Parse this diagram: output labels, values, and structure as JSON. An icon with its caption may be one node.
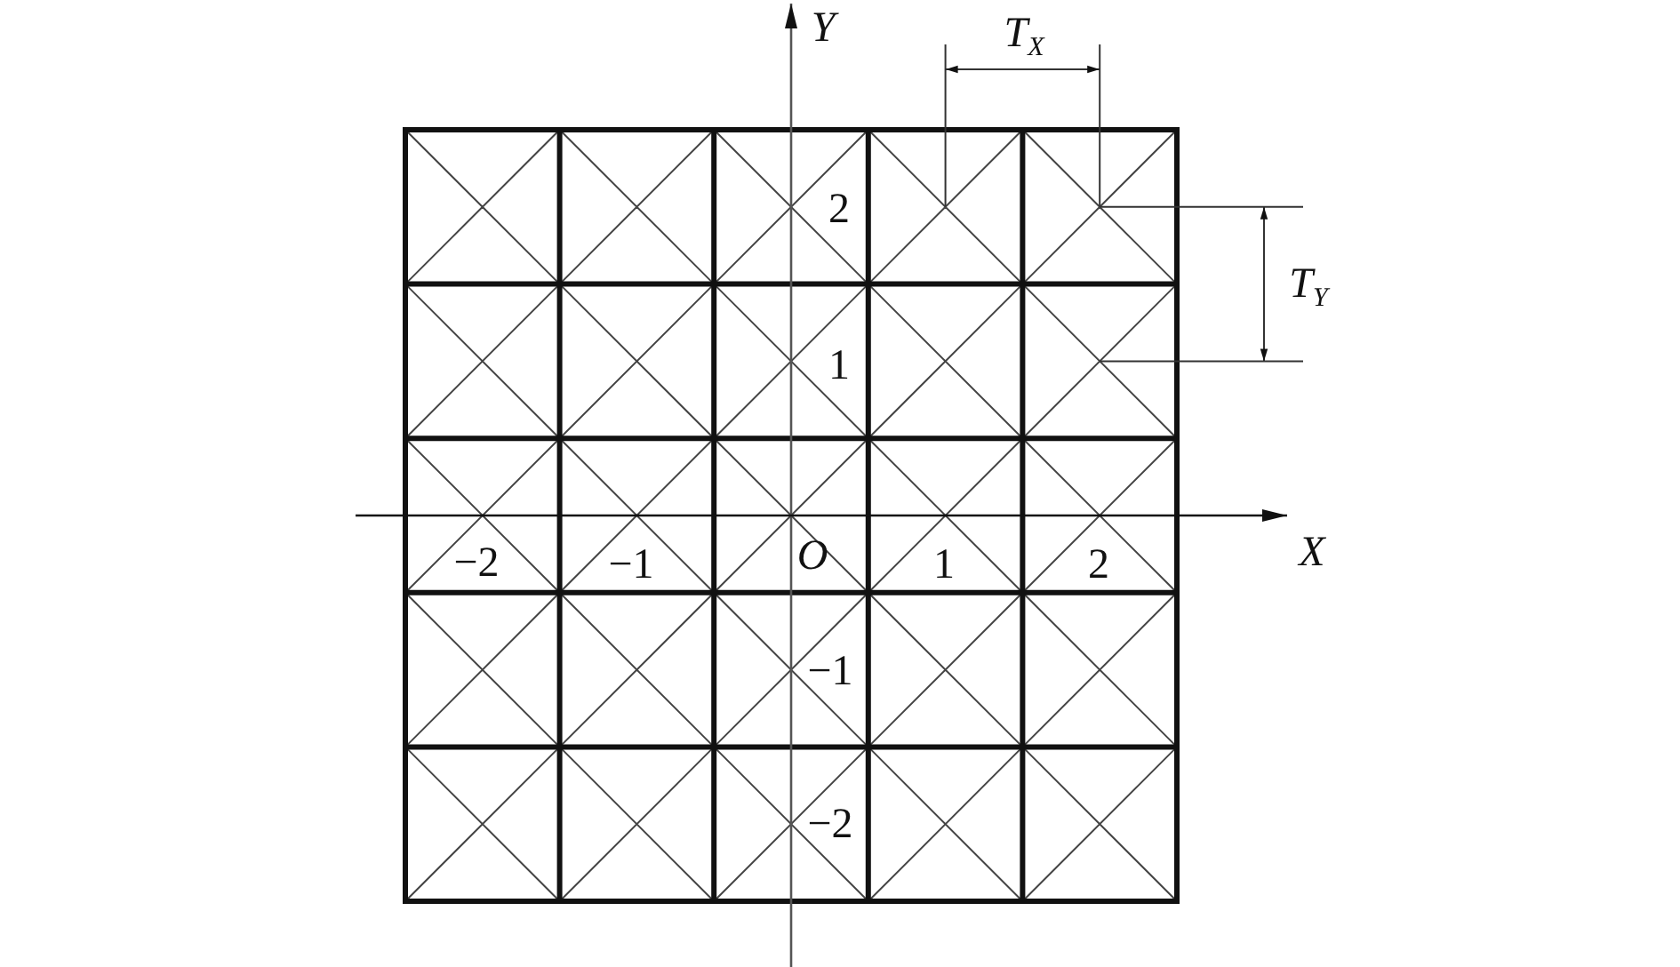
{
  "diagram": {
    "labels": [
      "Y",
      "T$_{X}$",
      "2",
      "T$_{Y}$",
      "1",
      "−2",
      "−1",
      "O",
      "1",
      "2",
      "X",
      "−1",
      "−2"
    ]
  }
}
